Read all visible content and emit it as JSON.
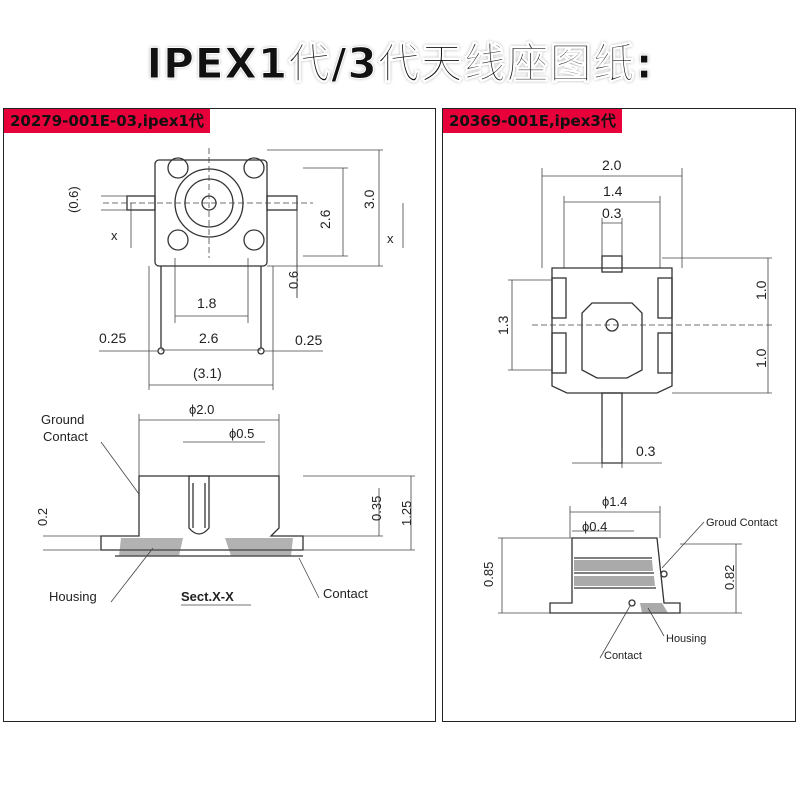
{
  "page": {
    "title": "IPEX1代/3代天线座图纸:"
  },
  "left": {
    "tag": "20279-001E-03,ipex1代",
    "top_view": {
      "dim_06_paren": "(0.6)",
      "x": "x",
      "dim_30": "3.0",
      "dim_26_v": "2.6",
      "dim_06": "0.6",
      "dim_18": "1.8",
      "dim_26_h": "2.6",
      "dim_025": "0.25",
      "dim_31": "(3.1)"
    },
    "section": {
      "phi20": "ϕ2.0",
      "phi05": "ϕ0.5",
      "ground1": "Ground",
      "ground2": "Contact",
      "dim_02": "0.2",
      "dim_035": "0.35",
      "dim_125": "1.25",
      "housing": "Housing",
      "contact": "Contact",
      "sect": "Sect.X-X"
    }
  },
  "right": {
    "tag": "20369-001E,ipex3代",
    "top_view": {
      "dim_20": "2.0",
      "dim_14": "1.4",
      "dim_03": "0.3",
      "dim_10": "1.0",
      "dim_13": "1.3",
      "dim_03b": "0.3"
    },
    "section": {
      "phi14": "ϕ1.4",
      "phi04": "ϕ0.4",
      "ground": "Groud Contact",
      "dim_085": "0.85",
      "dim_082": "0.82",
      "housing": "Housing",
      "contact": "Contact"
    }
  }
}
